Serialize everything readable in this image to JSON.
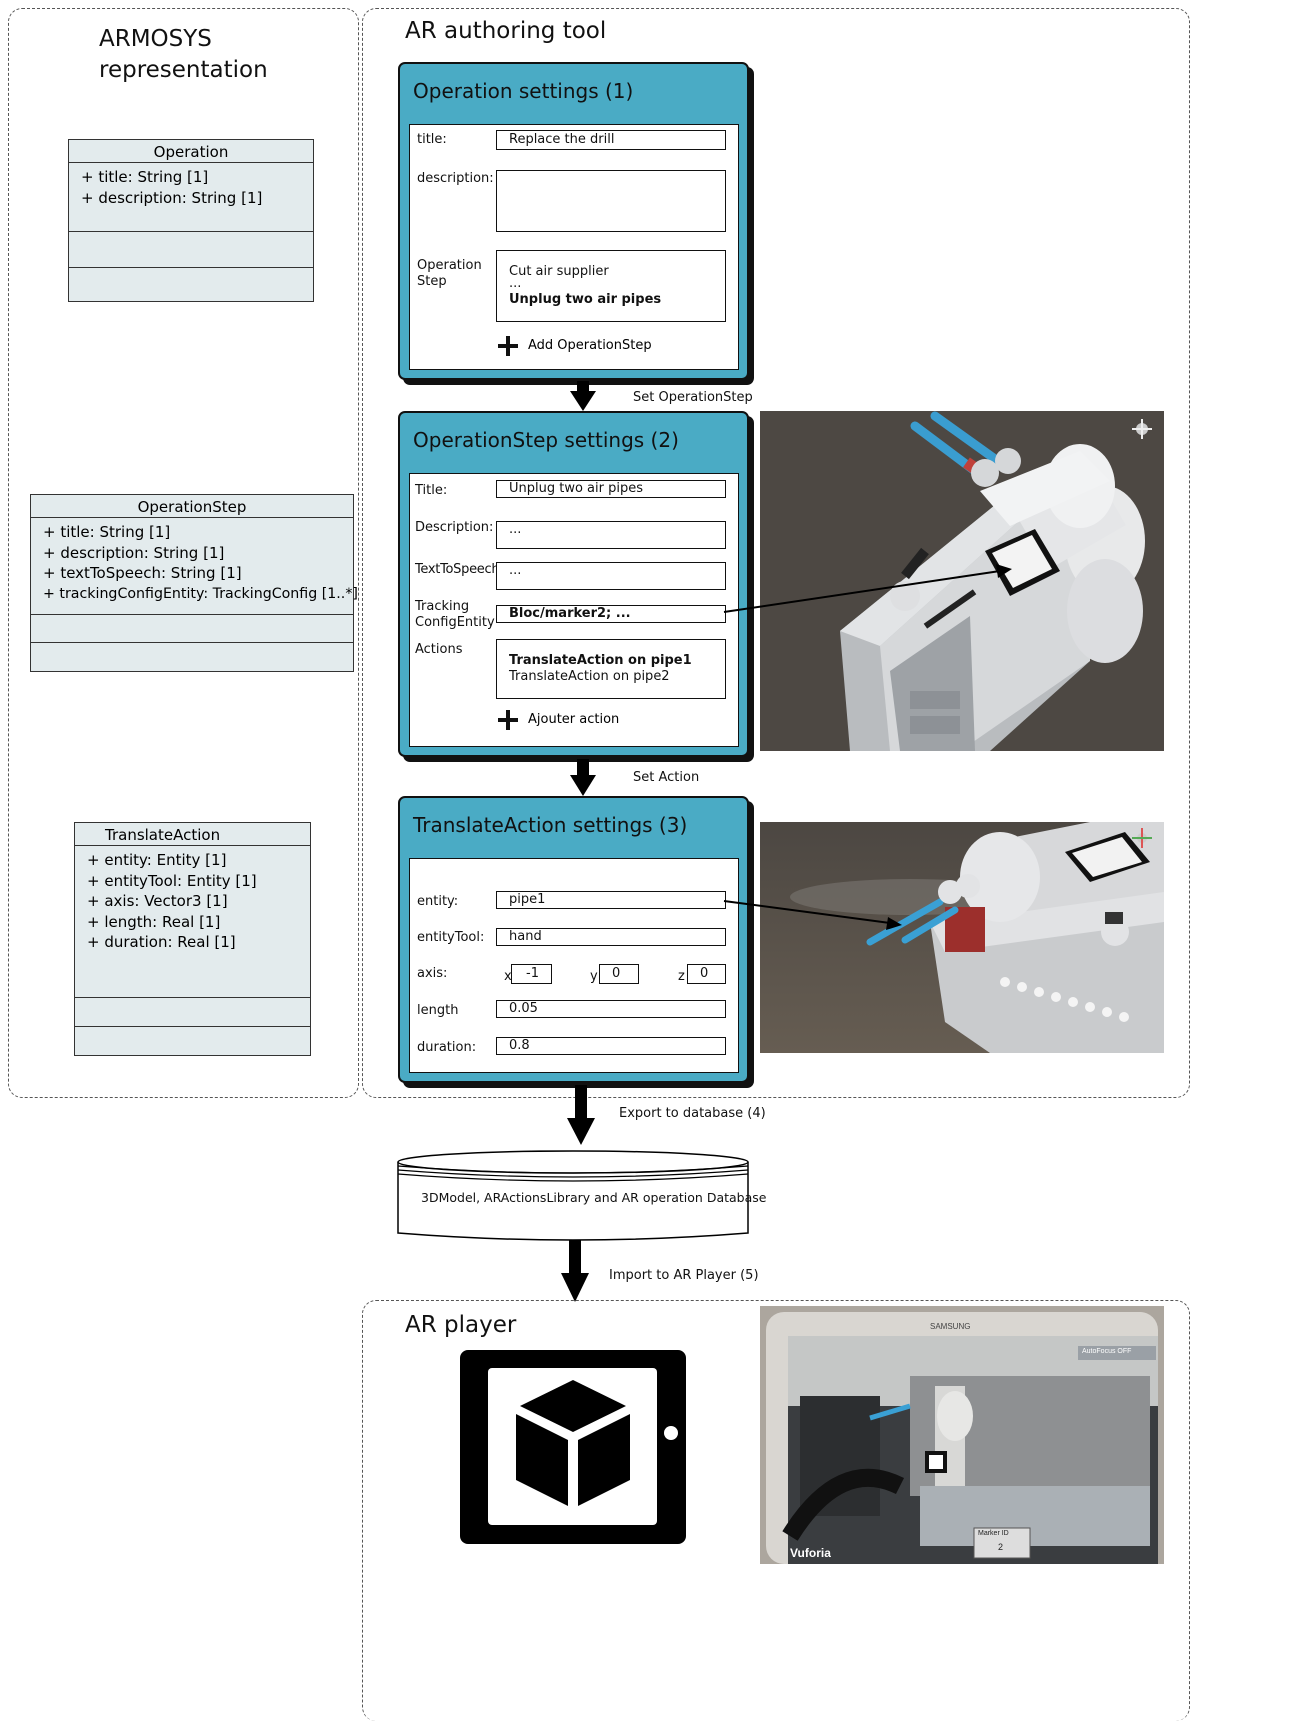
{
  "armosys": {
    "title_line1": "ARMOSYS",
    "title_line2": "representation",
    "classes": {
      "operation": {
        "name": "Operation",
        "attrs": [
          "+ title: String [1]",
          "+ description: String [1]"
        ]
      },
      "operation_step": {
        "name": "OperationStep",
        "attrs": [
          "+ title: String [1]",
          "+ description: String [1]",
          "+ textToSpeech: String [1]",
          "+ trackingConfigEntity: TrackingConfig [1..*]"
        ]
      },
      "translate_action": {
        "name": "TranslateAction",
        "attrs": [
          "+ entity: Entity [1]",
          "+ entityTool: Entity [1]",
          "+ axis: Vector3 [1]",
          "+ length: Real [1]",
          "+ duration: Real [1]"
        ]
      }
    }
  },
  "authoring": {
    "title": "AR authoring tool",
    "operation_panel": {
      "title": "Operation settings (1)",
      "title_label": "title:",
      "title_value": "Replace the drill",
      "description_label": "description:",
      "description_value": "",
      "step_label_1": "Operation",
      "step_label_2": "Step",
      "steps": [
        "Cut air supplier",
        "...",
        "Unplug two air pipes"
      ],
      "add_label": "Add OperationStep"
    },
    "step_panel": {
      "title": "OperationStep settings (2)",
      "title_label": "Title:",
      "title_value": "Unplug two air pipes",
      "description_label": "Description:",
      "description_value": "...",
      "tts_label": "TextToSpeech:",
      "tts_value": "...",
      "tracking_label_1": "Tracking",
      "tracking_label_2": "ConfigEntity",
      "tracking_value": "Bloc/marker2; ...",
      "actions_label": "Actions",
      "actions": [
        "TranslateAction on pipe1",
        "TranslateAction on pipe2"
      ],
      "add_label": "Ajouter action"
    },
    "translate_panel": {
      "title": "TranslateAction settings (3)",
      "entity_label": "entity:",
      "entity_value": "pipe1",
      "tool_label": "entityTool:",
      "tool_value": "hand",
      "axis_label": "axis:",
      "x_label": "x",
      "x_value": "-1",
      "y_label": "y",
      "y_value": "0",
      "z_label": "z",
      "z_value": "0",
      "length_label": "length",
      "length_value": "0.05",
      "duration_label": "duration:",
      "duration_value": "0.8"
    }
  },
  "flow": {
    "set_operation_step": "Set OperationStep",
    "set_action": "Set Action",
    "export": "Export to database (4)",
    "database": "3DModel, ARActionsLibrary and AR operation Database",
    "import": "Import to AR Player (5)"
  },
  "player": {
    "title": "AR player",
    "tablet_brand": "SAMSUNG",
    "autofocus": "AutoFocus OFF",
    "marker_id_label": "Marker ID",
    "marker_id_value": "2",
    "vuforia": "Vuforia"
  },
  "colors": {
    "panel_blue": "#4aabc5",
    "uml_fill": "#e3ebed"
  }
}
